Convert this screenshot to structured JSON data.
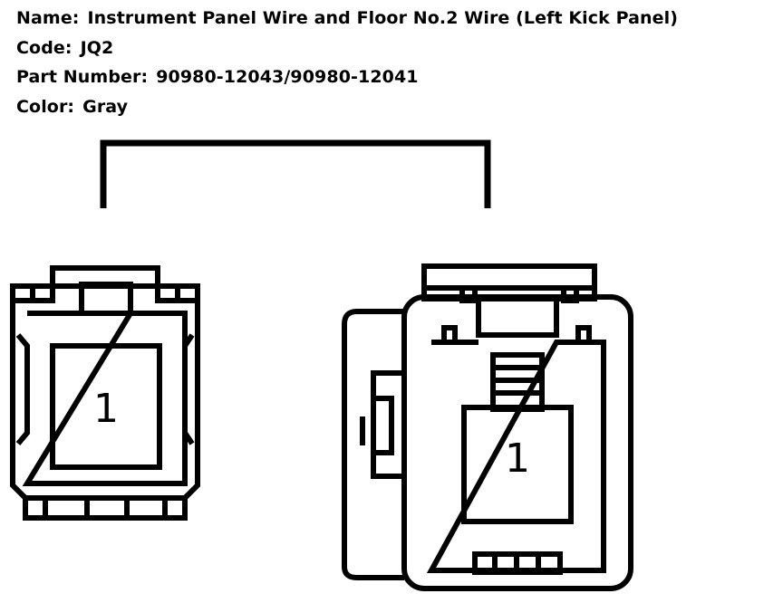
{
  "info": {
    "name_label": "Name:",
    "name_value": "Instrument Panel Wire and Floor No.2 Wire (Left Kick Panel)",
    "code_label": "Code:",
    "code_value": "JQ2",
    "part_label": "Part Number:",
    "part_value": "90980-12043/90980-12041",
    "color_label": "Color:",
    "color_value": "Gray"
  },
  "connectors": {
    "left": {
      "pin": "1"
    },
    "right": {
      "pin": "1"
    }
  }
}
